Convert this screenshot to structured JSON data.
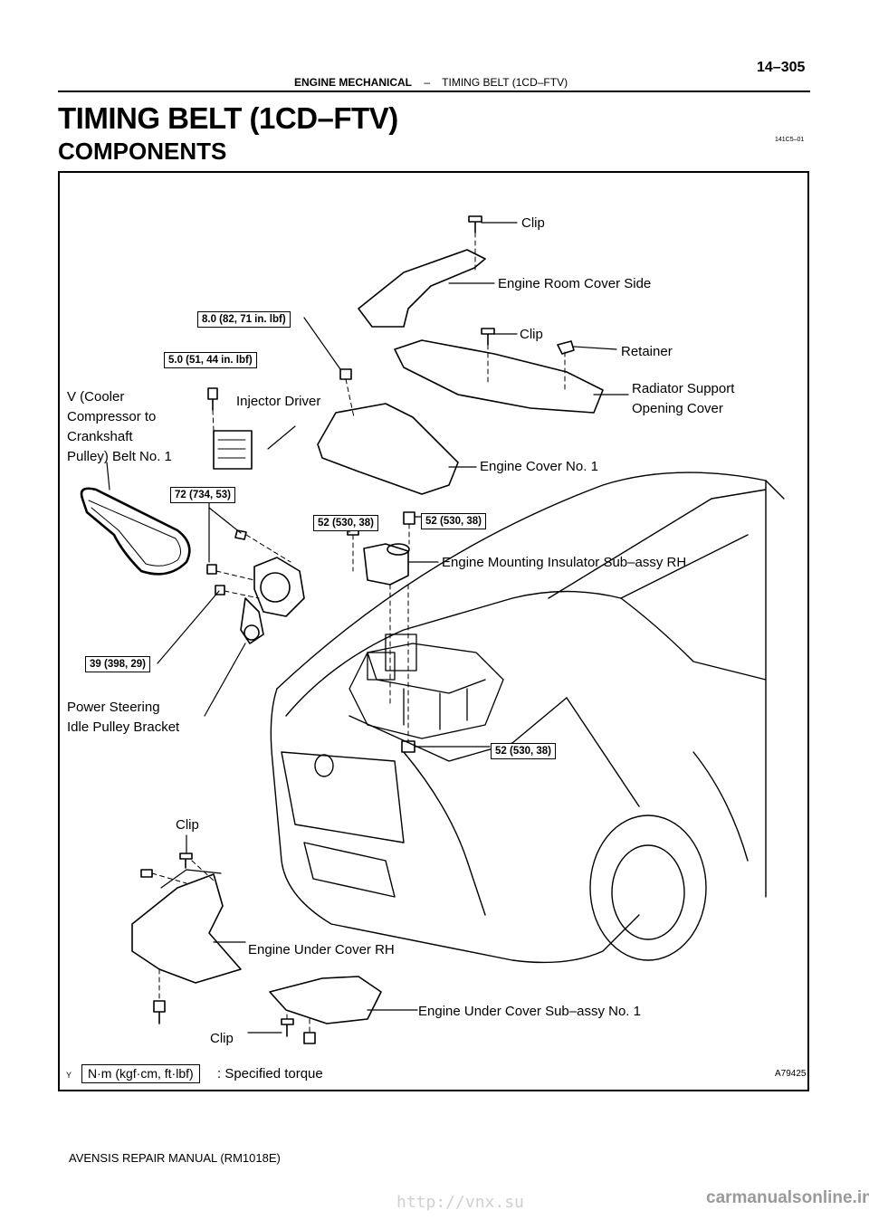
{
  "header": {
    "page_number": "14–305",
    "section": "ENGINE MECHANICAL",
    "separator": "–",
    "topic": "TIMING BELT (1CD–FTV)"
  },
  "title": "TIMING BELT (1CD–FTV)",
  "subtitle": "COMPONENTS",
  "figure_code_top": "141C5–01",
  "labels": {
    "clip_top": "Clip",
    "engine_room_cover_side": "Engine Room Cover Side",
    "clip_mid": "Clip",
    "retainer": "Retainer",
    "radiator_support_1": "Radiator Support",
    "radiator_support_2": "Opening Cover",
    "v_belt_1": "V (Cooler",
    "v_belt_2": "Compressor to",
    "v_belt_3": "Crankshaft",
    "v_belt_4": "Pulley) Belt No. 1",
    "injector_driver": "Injector Driver",
    "engine_cover_no1": "Engine Cover No. 1",
    "engine_mounting_insulator": "Engine Mounting Insulator Sub–assy RH",
    "ps_bracket_1": "Power Steering",
    "ps_bracket_2": "Idle Pulley Bracket",
    "clip_under": "Clip",
    "engine_under_cover_rh": "Engine Under Cover RH",
    "engine_under_cover_no1": "Engine Under Cover Sub–assy No. 1",
    "clip_bottom": "Clip"
  },
  "torques": {
    "t_8_0": "8.0 (82, 71 in. lbf)",
    "t_5_0": "5.0 (51, 44 in. lbf)",
    "t_72": "72 (734, 53)",
    "t_52_left": "52 (530, 38)",
    "t_52_right": "52 (530, 38)",
    "t_39": "39 (398, 29)",
    "t_52_lower": "52 (530, 38)"
  },
  "legend": {
    "unit_box": "N·m (kgf·cm, ft·lbf)",
    "text": ": Specified torque"
  },
  "figure_corner_y": "Y",
  "figure_code": "A79425",
  "footer": "AVENSIS REPAIR MANUAL   (RM1018E)",
  "watermark": "carmanualsonline.info",
  "link": "http://vnx.su"
}
